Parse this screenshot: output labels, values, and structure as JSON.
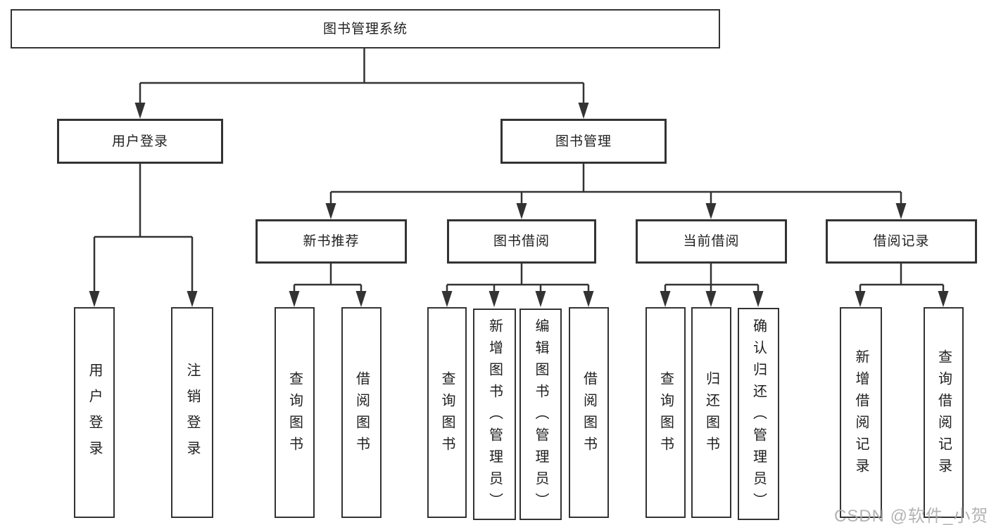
{
  "colors": {
    "background": "#ffffff",
    "line": "#333333",
    "text": "#1f1f1f",
    "watermark": "#ababab"
  },
  "tree": {
    "label": "图书管理系统",
    "children": [
      {
        "label": "用户登录",
        "children": [
          {
            "label": "用户登录"
          },
          {
            "label": "注销登录"
          }
        ]
      },
      {
        "label": "图书管理",
        "children": [
          {
            "label": "新书推荐",
            "children": [
              {
                "label": "查询图书"
              },
              {
                "label": "借阅图书"
              }
            ]
          },
          {
            "label": "图书借阅",
            "children": [
              {
                "label": "查询图书"
              },
              {
                "label": "新增图书（管理员）"
              },
              {
                "label": "编辑图书（管理员）"
              },
              {
                "label": "借阅图书"
              }
            ]
          },
          {
            "label": "当前借阅",
            "children": [
              {
                "label": "查询图书"
              },
              {
                "label": "归还图书"
              },
              {
                "label": "确认归还（管理员）"
              }
            ]
          },
          {
            "label": "借阅记录",
            "children": [
              {
                "label": "新增借阅记录"
              },
              {
                "label": "查询借阅记录"
              }
            ]
          }
        ]
      }
    ]
  },
  "watermark": {
    "text": "CSDN @软件_小贺同学"
  }
}
